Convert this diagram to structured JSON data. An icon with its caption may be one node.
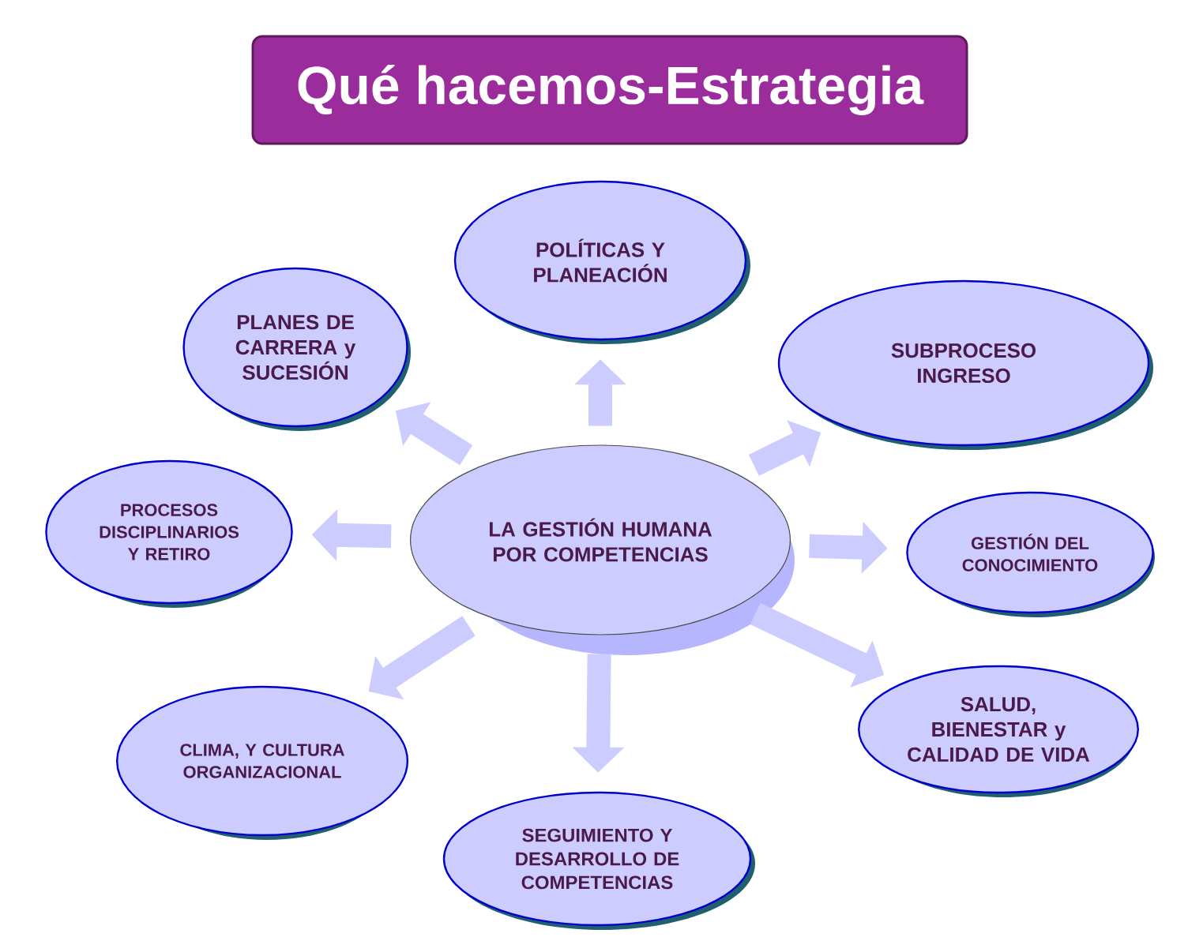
{
  "diagram": {
    "title": "Qué hacemos-Estrategia",
    "nodes": [
      {
        "text": [
          "POLÍTICAS Y PLANEACIÓN"
        ]
      },
      {
        "text": [
          "PLANES DE CARRERA y SUCESIÓN"
        ]
      },
      {
        "text": [
          "SUBPROCESO INGRESO"
        ]
      },
      {
        "text": [
          "PROCESOS DISCIPLINARIOS Y RETIRO"
        ]
      },
      {
        "text": [
          "LA GESTIÓN HUMANA POR COMPETENCIAS"
        ]
      },
      {
        "text": [
          "GESTIÓN DEL CONOCIMIENTO"
        ]
      },
      {
        "text": [
          "CLIMA, Y CULTURA ORGANIZACIONAL"
        ]
      },
      {
        "text": [
          "SALUD, BIENESTAR y CALIDAD DE VIDA"
        ]
      },
      {
        "text": [
          "SEGUIMIENTO Y DESARROLLO DE COMPETENCIAS"
        ]
      }
    ],
    "edges": [
      {
        "from": 4,
        "to": 0,
        "arrow": "to"
      },
      {
        "from": 4,
        "to": 1,
        "arrow": "to"
      },
      {
        "from": 4,
        "to": 2,
        "arrow": "to"
      },
      {
        "from": 4,
        "to": 3,
        "arrow": "to"
      },
      {
        "from": 4,
        "to": 5,
        "arrow": "to"
      },
      {
        "from": 4,
        "to": 6,
        "arrow": "to"
      },
      {
        "from": 4,
        "to": 7,
        "arrow": "to"
      },
      {
        "from": 4,
        "to": 8,
        "arrow": "to"
      }
    ]
  }
}
